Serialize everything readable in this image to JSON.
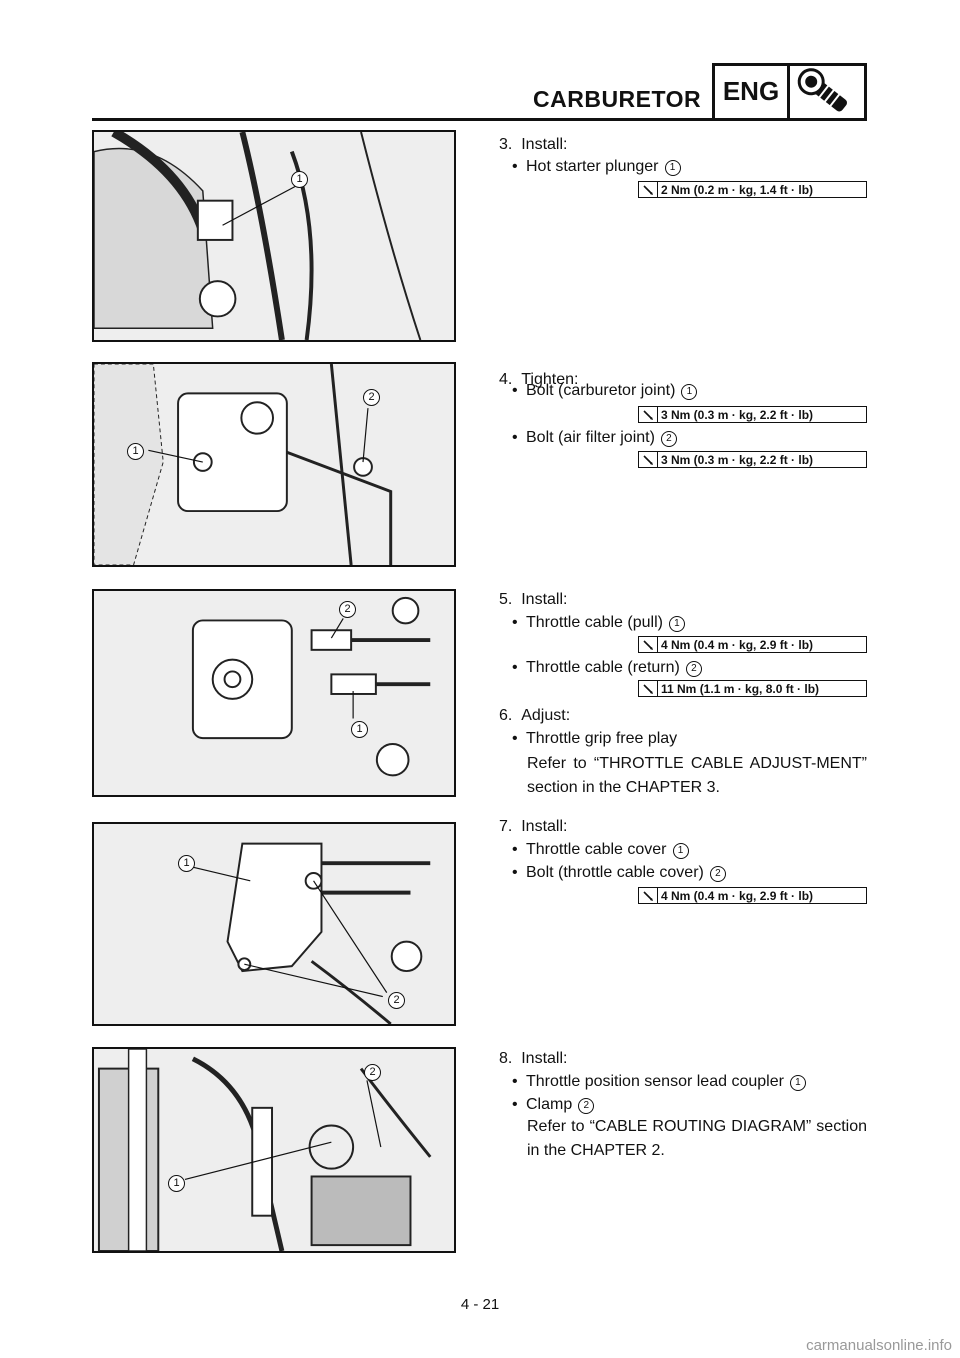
{
  "header": {
    "title": "CARBURETOR",
    "badge": "ENG",
    "icon": "engine-icon"
  },
  "steps": [
    {
      "number": "3.",
      "action": "Install:",
      "items": [
        {
          "text": "Hot starter plunger",
          "callout": "1",
          "torque": "2 Nm (0.2 m · kg, 1.4 ft · lb)"
        }
      ]
    },
    {
      "number": "4.",
      "action": "Tighten:",
      "items": [
        {
          "text": "Bolt (carburetor joint)",
          "callout": "1",
          "torque": "3 Nm (0.3 m · kg, 2.2 ft · lb)"
        },
        {
          "text": "Bolt (air filter joint)",
          "callout": "2",
          "torque": "3 Nm (0.3 m · kg, 2.2 ft · lb)"
        }
      ]
    },
    {
      "number": "5.",
      "action": "Install:",
      "items": [
        {
          "text": "Throttle cable (pull)",
          "callout": "1",
          "torque": "4 Nm (0.4 m · kg, 2.9 ft · lb)"
        },
        {
          "text": "Throttle cable (return)",
          "callout": "2",
          "torque": "11 Nm (1.1 m · kg, 8.0 ft · lb)"
        }
      ]
    },
    {
      "number": "6.",
      "action": "Adjust:",
      "items": [
        {
          "text": "Throttle grip free play"
        }
      ],
      "reference": "Refer to “THROTTLE CABLE ADJUST-MENT” section in the CHAPTER 3."
    },
    {
      "number": "7.",
      "action": "Install:",
      "items": [
        {
          "text": "Throttle cable cover",
          "callout": "1"
        },
        {
          "text": "Bolt (throttle cable cover)",
          "callout": "2",
          "torque": "4 Nm (0.4 m · kg, 2.9 ft · lb)"
        }
      ]
    },
    {
      "number": "8.",
      "action": "Install:",
      "items": [
        {
          "text": "Throttle position sensor lead coupler",
          "callout": "1"
        },
        {
          "text": "Clamp",
          "callout": "2"
        }
      ],
      "reference": "Refer to “CABLE ROUTING DIAGRAM” section in the CHAPTER 2."
    }
  ],
  "figures": [
    {
      "callouts": [
        "1"
      ]
    },
    {
      "callouts": [
        "2",
        "1"
      ]
    },
    {
      "callouts": [
        "2",
        "1"
      ]
    },
    {
      "callouts": [
        "1",
        "2"
      ]
    },
    {
      "callouts": [
        "2",
        "1"
      ]
    }
  ],
  "footer": {
    "page_number": "4 - 21",
    "watermark": "carmanualsonline.info"
  },
  "torque_icon": "torque-wrench-icon"
}
